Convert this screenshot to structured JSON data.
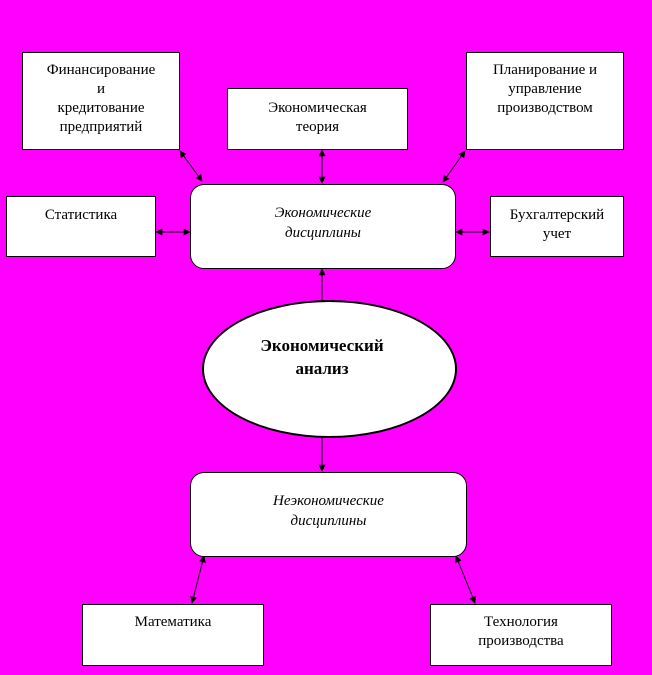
{
  "diagram": {
    "center": "Экономический\nанализ",
    "economic_group": "Экономические\nдисциплины",
    "non_economic_group": "Неэкономические\nдисциплины",
    "economic_disciplines": {
      "finance": "Финансирование\nи\nкредитование\nпредприятий",
      "theory": "Экономическая\nтеория",
      "planning": "Планирование и\nуправление\nпроизводством",
      "statistics": "Статистика",
      "accounting": "Бухгалтерский\nучет"
    },
    "non_economic_disciplines": {
      "math": "Математика",
      "technology": "Технология\nпроизводства"
    }
  },
  "colors": {
    "background": "#ff00ff",
    "box_fill": "#ffffff",
    "stroke": "#000000"
  }
}
